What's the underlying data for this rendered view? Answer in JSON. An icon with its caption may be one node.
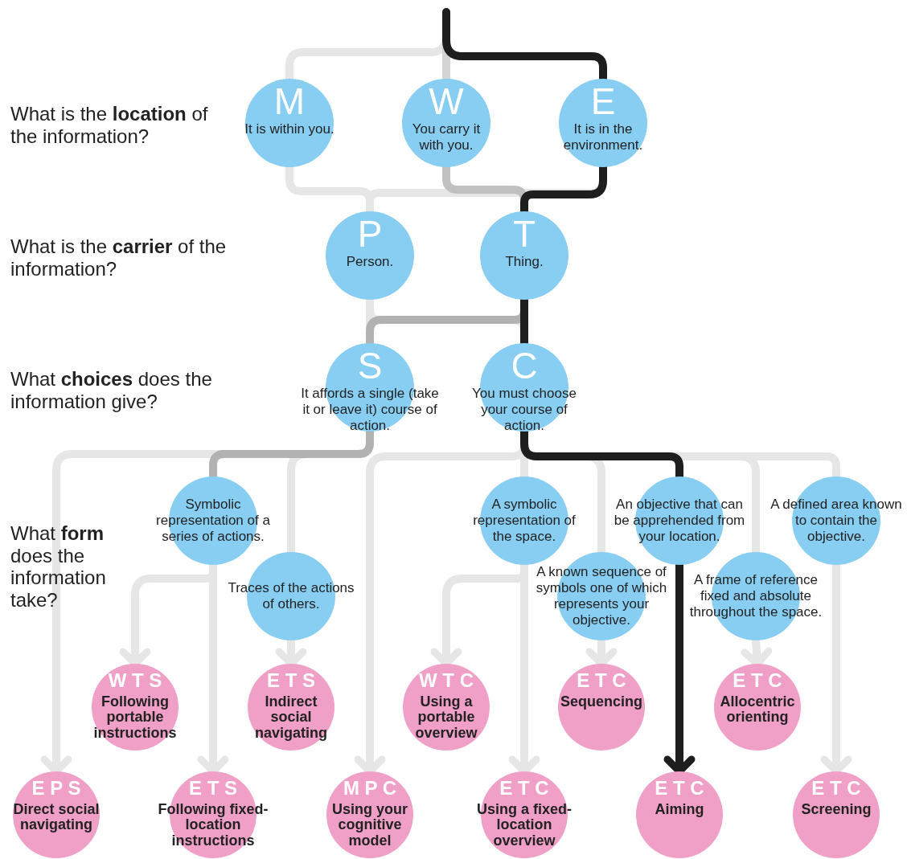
{
  "diagram": {
    "nodes": [
      {
        "text": [
          "M",
          "It is within you."
        ]
      },
      {
        "text": [
          "W",
          "You carry it with you."
        ]
      },
      {
        "text": [
          "E",
          "It is in the environment."
        ]
      },
      {
        "text": [
          "P",
          "Person."
        ]
      },
      {
        "text": [
          "T",
          "Thing."
        ]
      },
      {
        "text": [
          "S",
          "It affords a single (take it or leave it) course of action."
        ]
      },
      {
        "text": [
          "C",
          "You must choose your course of action."
        ]
      },
      {
        "text": [
          "Symbolic representation of a series of actions."
        ]
      },
      {
        "text": [
          "A symbolic representation of the space."
        ]
      },
      {
        "text": [
          "An objective that can be apprehended from your location."
        ]
      },
      {
        "text": [
          "A defined area known to contain the objective."
        ]
      },
      {
        "text": [
          "Traces of the actions of others."
        ]
      },
      {
        "text": [
          "A known sequence of symbols one of which represents your objective."
        ]
      },
      {
        "text": [
          "A frame of reference fixed and absolute throughout the space."
        ]
      },
      {
        "text": [
          "W T S",
          "Following portable instructions"
        ]
      },
      {
        "text": [
          "E T S",
          "Indirect social navigating"
        ]
      },
      {
        "text": [
          "W T C",
          "Using a portable overview"
        ]
      },
      {
        "text": [
          "E T C",
          "Sequencing"
        ]
      },
      {
        "text": [
          "E T C",
          "Allocentric orienting"
        ]
      },
      {
        "text": [
          "E P S",
          "Direct social navigating"
        ]
      },
      {
        "text": [
          "E T S",
          "Following fixed-location instructions"
        ]
      },
      {
        "text": [
          "M P C",
          "Using your cognitive model"
        ]
      },
      {
        "text": [
          "E T C",
          "Using a fixed-location overview"
        ]
      },
      {
        "text": [
          "E T C",
          "Aiming"
        ]
      },
      {
        "text": [
          "E T C",
          "Screening"
        ]
      }
    ],
    "edges": [
      {
        "from": null,
        "to": 0,
        "arrow": "none"
      },
      {
        "from": null,
        "to": 1,
        "arrow": "none",
        "color": "#d4d4d4"
      },
      {
        "from": null,
        "to": 2,
        "arrow": "none",
        "color": "#1e1e1e"
      },
      {
        "from": 0,
        "to": 3,
        "arrow": "none"
      },
      {
        "from": 2,
        "to": 3,
        "arrow": "none"
      },
      {
        "from": 1,
        "to": 4,
        "arrow": "none",
        "color": "#c0c0c0"
      },
      {
        "from": 2,
        "to": 4,
        "arrow": "none",
        "color": "#1e1e1e"
      },
      {
        "from": 3,
        "to": 5,
        "arrow": "none"
      },
      {
        "from": 3,
        "to": 6,
        "arrow": "none"
      },
      {
        "from": 4,
        "to": 5,
        "arrow": "none",
        "color": "#b2b2b2"
      },
      {
        "from": 4,
        "to": 6,
        "arrow": "none",
        "color": "#1e1e1e"
      },
      {
        "from": 5,
        "to": 7,
        "arrow": "none",
        "color": "#b2b2b2"
      },
      {
        "from": 5,
        "to": 11,
        "arrow": "none"
      },
      {
        "from": 5,
        "to": 19,
        "arrow": "to"
      },
      {
        "from": 6,
        "to": 21,
        "arrow": "to"
      },
      {
        "from": 6,
        "to": 8,
        "arrow": "none"
      },
      {
        "from": 6,
        "to": 12,
        "arrow": "none"
      },
      {
        "from": 6,
        "to": 9,
        "arrow": "none",
        "color": "#1e1e1e"
      },
      {
        "from": 6,
        "to": 13,
        "arrow": "none"
      },
      {
        "from": 6,
        "to": 10,
        "arrow": "none"
      },
      {
        "from": 7,
        "to": 14,
        "arrow": "to"
      },
      {
        "from": 7,
        "to": 20,
        "arrow": "to"
      },
      {
        "from": 11,
        "to": 15,
        "arrow": "to"
      },
      {
        "from": 8,
        "to": 16,
        "arrow": "to"
      },
      {
        "from": 8,
        "to": 22,
        "arrow": "to"
      },
      {
        "from": 12,
        "to": 17,
        "arrow": "to"
      },
      {
        "from": 9,
        "to": 23,
        "arrow": "to",
        "color": "#1e1e1e"
      },
      {
        "from": 13,
        "to": 18,
        "arrow": "to"
      },
      {
        "from": 10,
        "to": 24,
        "arrow": "to"
      }
    ],
    "labels": [
      "What is the **location** of the information?",
      "What is the **carrier** of the information?",
      "What **choices** does the information give?",
      "What **form** does the information take?"
    ]
  }
}
